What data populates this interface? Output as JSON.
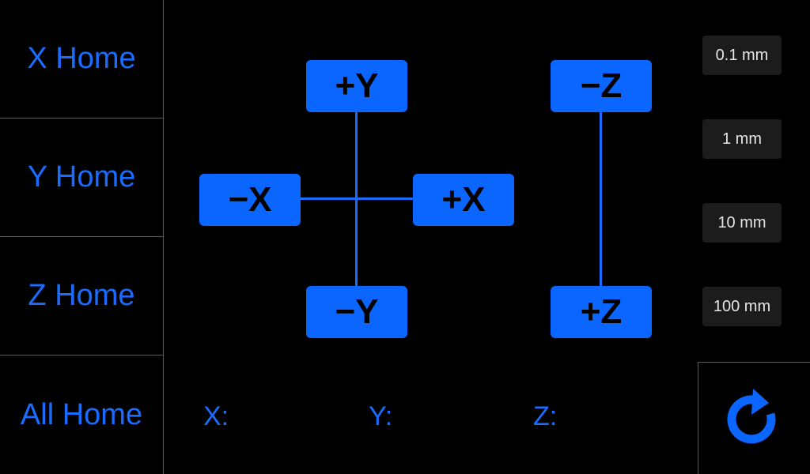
{
  "home": {
    "x_label": "X Home",
    "y_label": "Y Home",
    "z_label": "Z Home",
    "all_label": "All Home"
  },
  "jog": {
    "plus_y": "+Y",
    "minus_y": "−Y",
    "minus_x": "−X",
    "plus_x": "+X",
    "minus_z": "−Z",
    "plus_z": "+Z"
  },
  "steps": [
    "0.1 mm",
    "1 mm",
    "10 mm",
    "100 mm"
  ],
  "position": {
    "x_label": "X:",
    "y_label": "Y:",
    "z_label": "Z:"
  },
  "colors": {
    "accent": "#0a66ff",
    "text_accent": "#1a6cff",
    "background": "#000000",
    "step_bg": "#1c1c1c"
  },
  "icons": {
    "refresh": "refresh-icon"
  }
}
